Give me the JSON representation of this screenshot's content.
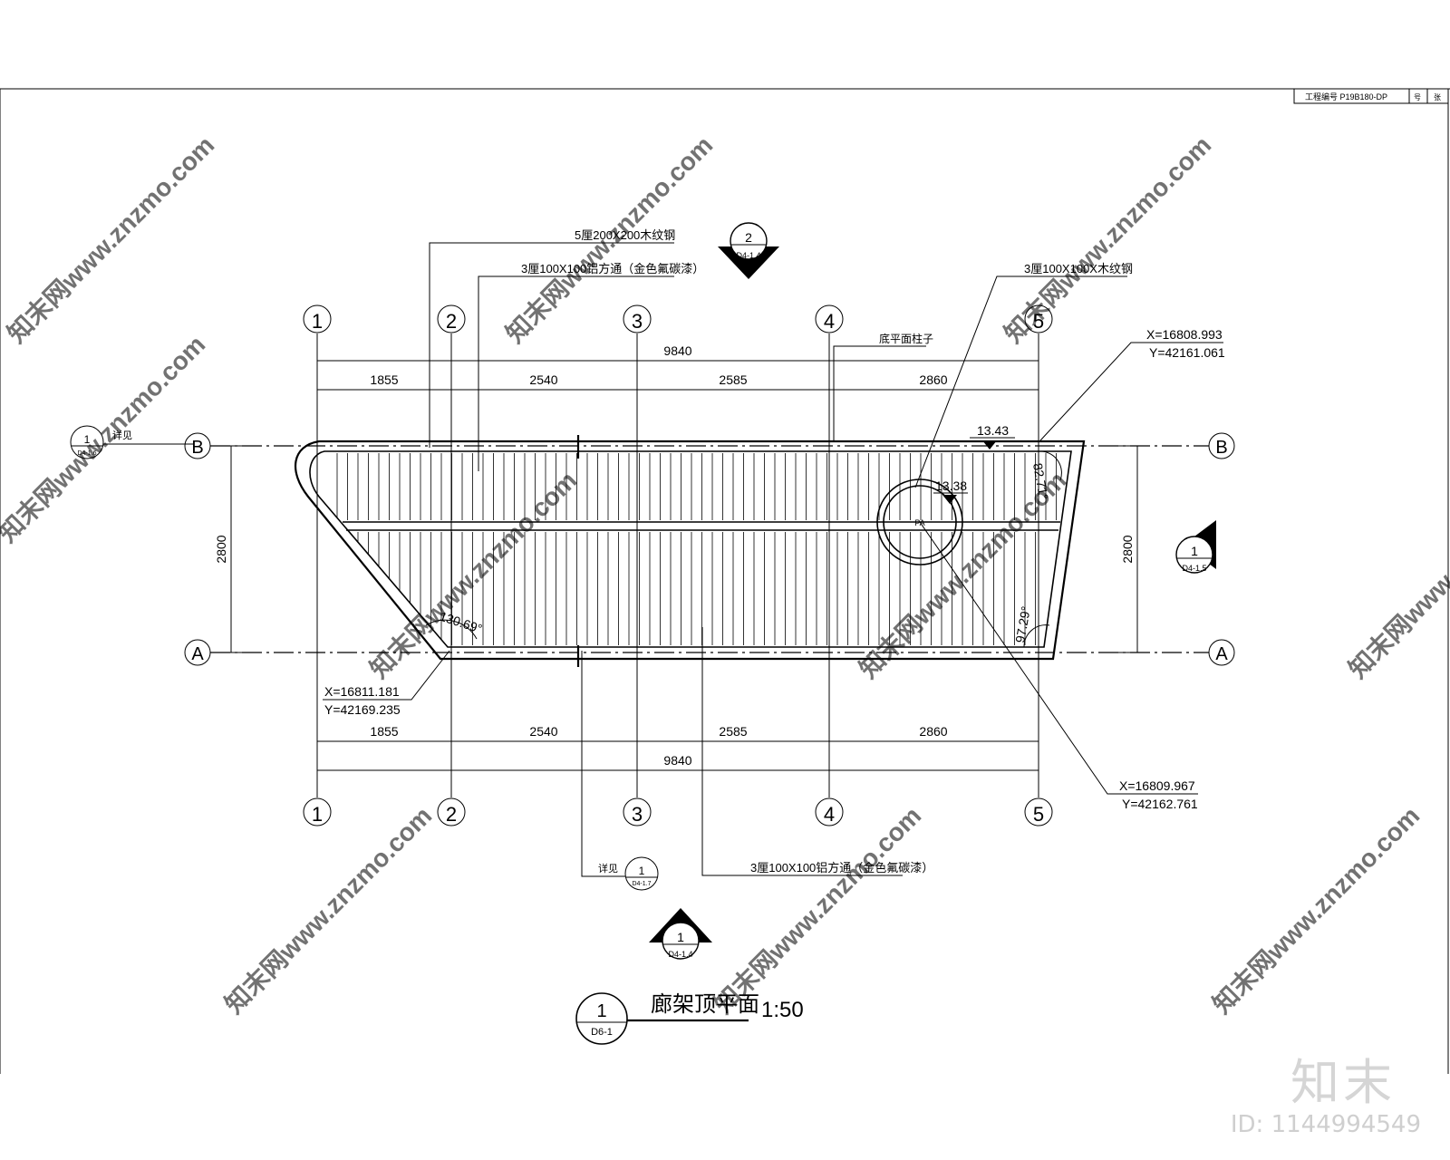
{
  "title_block": {
    "project_code": "工程编号 P19B180-DP",
    "cell_a": "号",
    "cell_b": "张"
  },
  "grid": {
    "columns": [
      "1",
      "2",
      "3",
      "4",
      "5"
    ],
    "rows": [
      "A",
      "B"
    ]
  },
  "dimensions": {
    "top_total": "9840",
    "top_segments": [
      "1855",
      "2540",
      "2585",
      "2860"
    ],
    "bottom_segments": [
      "1855",
      "2540",
      "2585",
      "2860"
    ],
    "bottom_total": "9840",
    "left_height": "2800",
    "right_height": "2800"
  },
  "callouts": {
    "c1": "5厘200X200木纹钢",
    "c2": "3厘100X100铝方通（金色氟碳漆）",
    "c3": "3厘100X100X木纹钢",
    "c4": "底平面柱子",
    "c5": "3厘100X100铝方通（金色氟碳漆）",
    "see_detail_left": "详见",
    "see_detail_bottom": "详见"
  },
  "coords": {
    "tr_x": "X=16808.993",
    "tr_y": "Y=42161.061",
    "bl_x": "X=16811.181",
    "bl_y": "Y=42169.235",
    "br_x": "X=16809.967",
    "br_y": "Y=42162.761"
  },
  "angles": {
    "a1": "130.69°",
    "a2": "82.71°",
    "a3": "97.29°"
  },
  "levels": {
    "l1": "13.43",
    "l2": "13.38"
  },
  "column_label": "PA",
  "section_marks": {
    "top": {
      "num": "2",
      "ref": "D4-1.4"
    },
    "right": {
      "num": "1",
      "ref": "D4-1.5"
    },
    "bottom": {
      "num": "1",
      "ref": "D4-1.4"
    },
    "left_detail": {
      "num": "1",
      "ref": "D4-1.6"
    },
    "bottom_detail": {
      "num": "1",
      "ref": "D4-1.7"
    }
  },
  "title": {
    "num": "1",
    "ref": "D6-1",
    "name": "廊架顶平面",
    "scale": "1:50"
  },
  "watermark": "知末网www.znzmo.com",
  "brand": {
    "logo": "知末",
    "id": "ID: 1144994549"
  }
}
